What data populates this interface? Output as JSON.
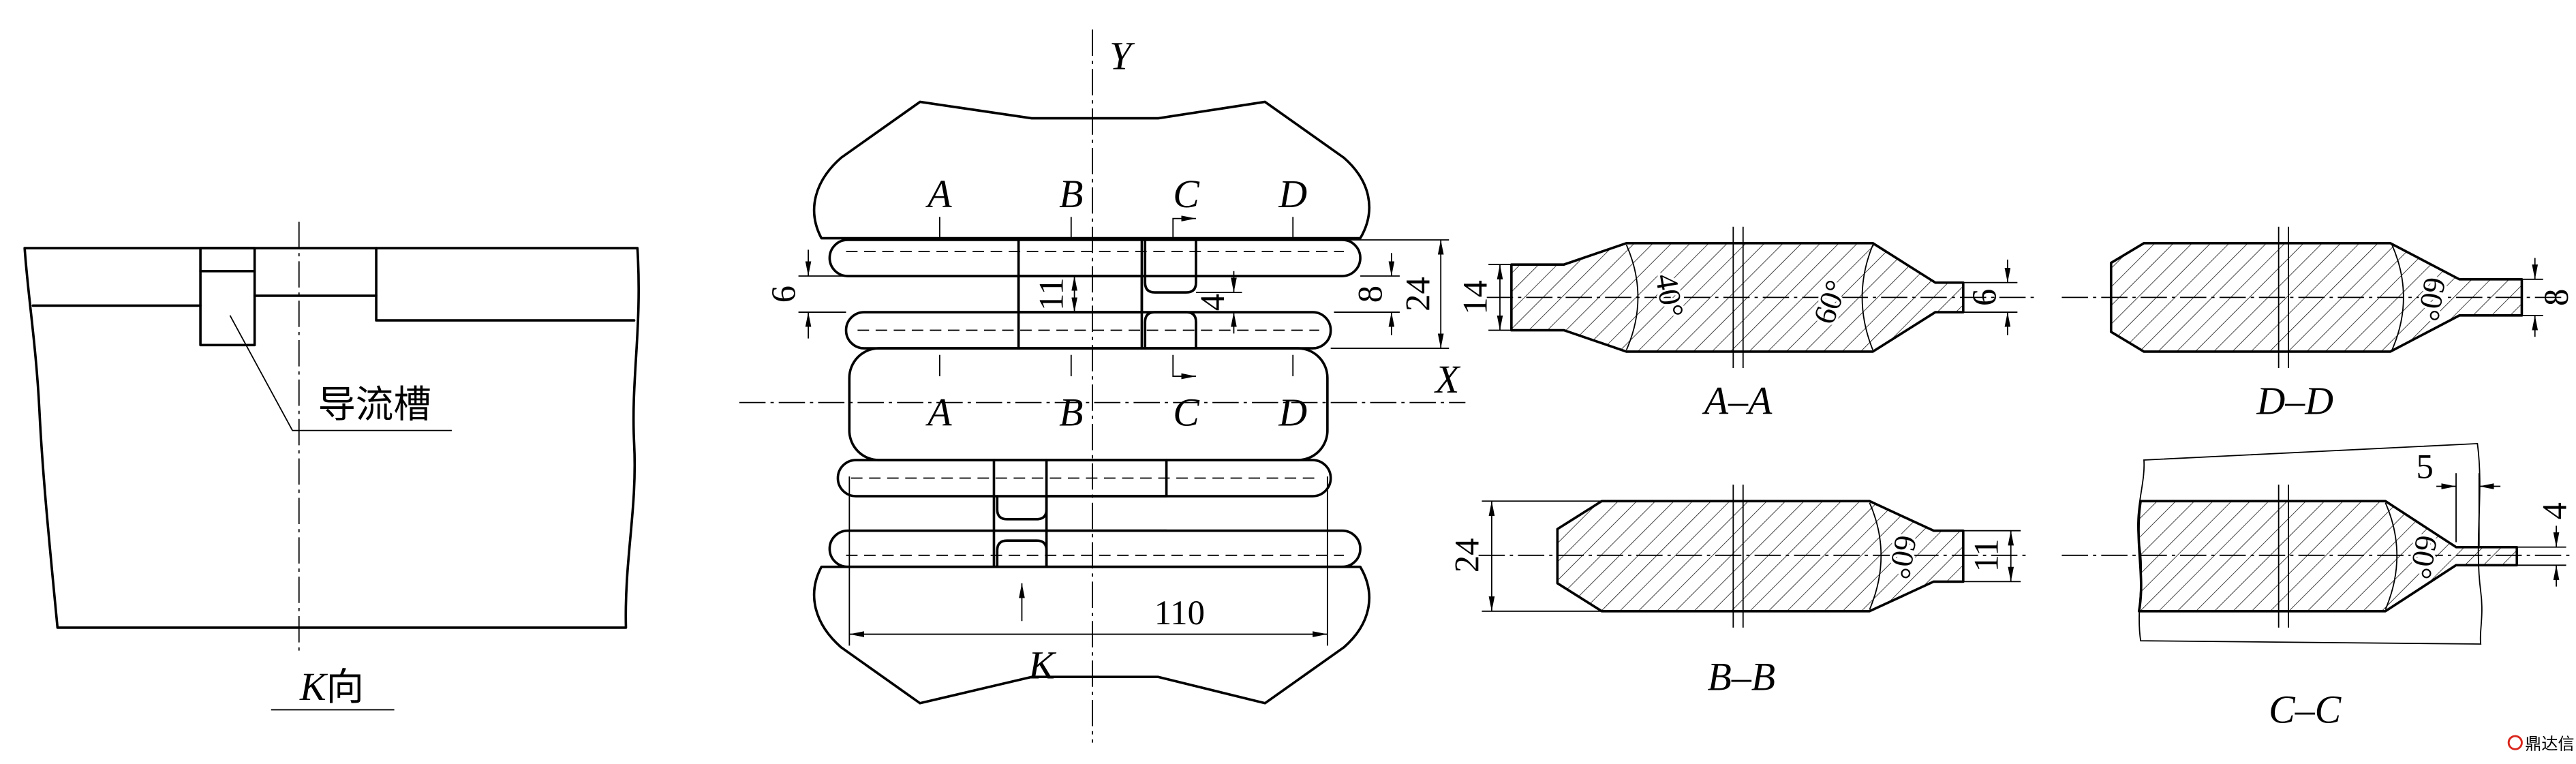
{
  "left_view": {
    "groove_label": "导流槽",
    "view_label_letter": "K",
    "view_label_suffix": "向"
  },
  "main_view": {
    "axis_y_label": "Y",
    "axis_x_label": "X",
    "section_marks_top": [
      "A",
      "B",
      "C",
      "D"
    ],
    "section_marks_bottom": [
      "A",
      "B",
      "C",
      "D"
    ],
    "view_arrow_label": "K",
    "dimensions": {
      "d6": "6",
      "d11": "11",
      "d4": "4",
      "d8": "8",
      "d24": "24",
      "d110": "110"
    }
  },
  "sections": {
    "aa": {
      "label": "A–A",
      "angle_left": "40°",
      "angle_right": "60°",
      "dim_left": "14",
      "dim_right": "6"
    },
    "dd": {
      "label": "D–D",
      "angle": "60°",
      "dim_right": "8"
    },
    "bb": {
      "label": "B–B",
      "angle": "60°",
      "dim_left": "24",
      "dim_right": "11"
    },
    "cc": {
      "label": "C–C",
      "angle": "60°",
      "dim_width": "5",
      "dim_height": "4"
    }
  },
  "watermark": {
    "text": "鼎达信",
    "color": "#d9261c"
  }
}
